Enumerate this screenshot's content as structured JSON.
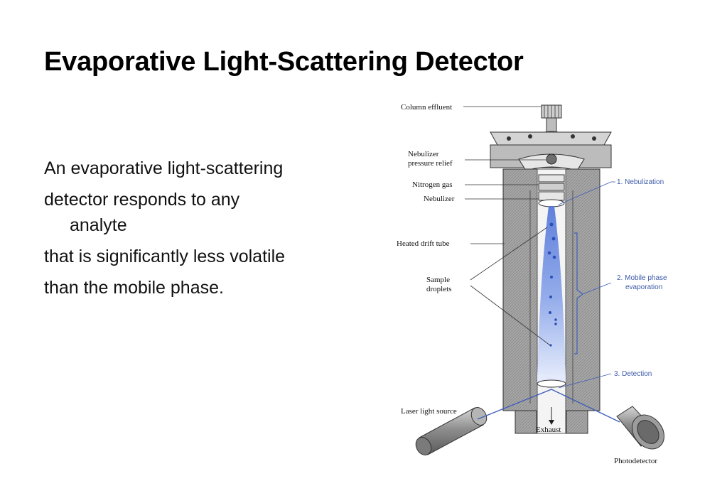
{
  "slide": {
    "title": "Evaporative Light-Scattering Detector",
    "body_lines": [
      "An evaporative light-scattering",
      "detector responds to any",
      "analyte",
      "that is significantly less volatile",
      "than the mobile  phase."
    ]
  },
  "diagram": {
    "labels": {
      "column_effluent": "Column effluent",
      "nebulizer_pressure_relief_1": "Nebulizer",
      "nebulizer_pressure_relief_2": "pressure relief",
      "nitrogen_gas": "Nitrogen gas",
      "nebulizer": "Nebulizer",
      "heated_drift_tube": "Heated drift tube",
      "sample_droplets_1": "Sample",
      "sample_droplets_2": "droplets",
      "laser_light_source": "Laser light source",
      "exhaust": "Exhaust",
      "photodetector": "Photodetector"
    },
    "steps": {
      "nebulization": "1. Nebulization",
      "evaporation_1": "2. Mobile phase",
      "evaporation_2": "evaporation",
      "detection": "3. Detection"
    },
    "colors": {
      "body_gray": "#9a9a9a",
      "plume_blue": "#6f8fe0",
      "step_text": "#3d5aa8"
    }
  }
}
